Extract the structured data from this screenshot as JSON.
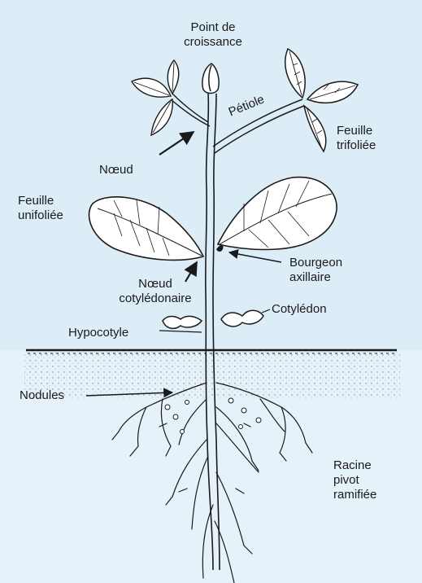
{
  "colors": {
    "background": "#dcedf8",
    "soil": "#e6f2fa",
    "ink": "#1a1a1a"
  },
  "labels": {
    "growing_point_line1": "Point de",
    "growing_point_line2": "croissance",
    "petiole": "Pétiole",
    "trifoliate_line1": "Feuille",
    "trifoliate_line2": "trifoliée",
    "node": "Nœud",
    "unifoliate_line1": "Feuille",
    "unifoliate_line2": "unifoliée",
    "axillary_bud_line1": "Bourgeon",
    "axillary_bud_line2": "axillaire",
    "cotyledonary_node_line1": "Nœud",
    "cotyledonary_node_line2": "cotylédonaire",
    "cotyledon": "Cotylédon",
    "hypocotyl": "Hypocotyle",
    "nodules": "Nodules",
    "taproot_line1": "Racine",
    "taproot_line2": "pivot",
    "taproot_line3": "ramifiée"
  }
}
